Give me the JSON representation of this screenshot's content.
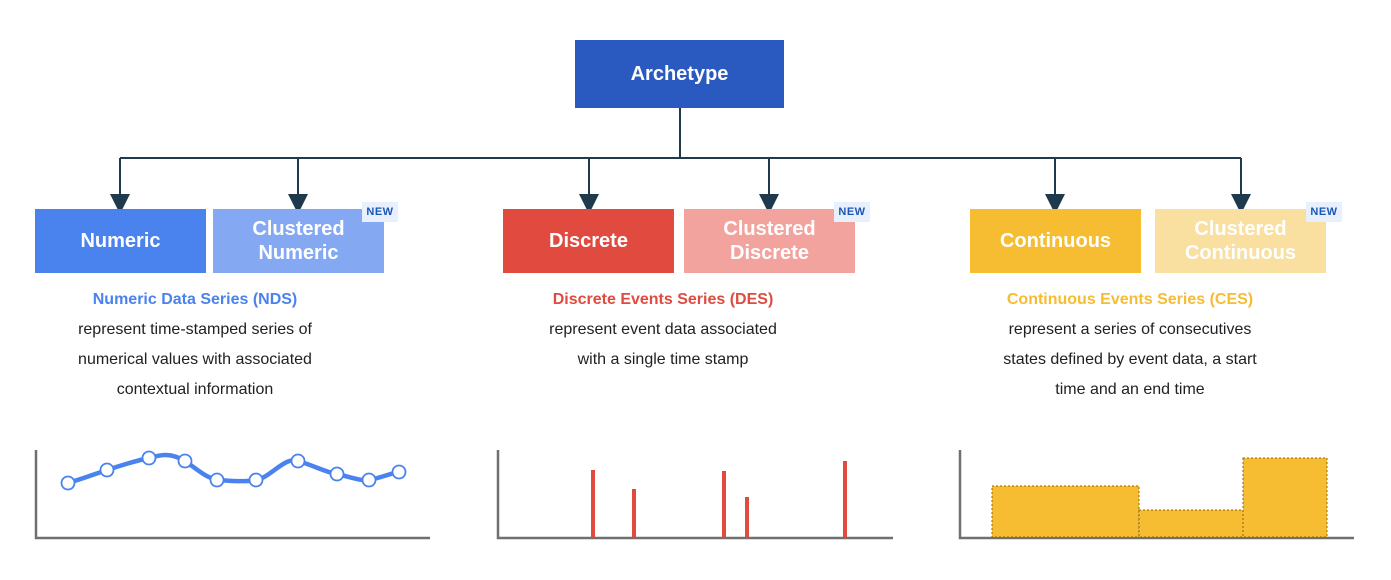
{
  "root": {
    "label": "Archetype"
  },
  "badge_label": "NEW",
  "colors": {
    "root": "#2a5abf",
    "numeric": "#4a82ee",
    "numeric_light": "#85a8f3",
    "discrete": "#e04a3f",
    "discrete_light": "#f2a39d",
    "continuous": "#f6bc32",
    "continuous_light": "#f9dfa0",
    "connector": "#1e3a4c",
    "axis": "#707070"
  },
  "groups": [
    {
      "primary": "Numeric",
      "clustered": "Clustered\nNumeric",
      "title": "Numeric Data Series (NDS)",
      "lines": [
        "represent time-stamped series of",
        "numerical values with associated",
        "contextual information"
      ]
    },
    {
      "primary": "Discrete",
      "clustered": "Clustered\nDiscrete",
      "title": "Discrete Events Series (DES)",
      "lines": [
        "represent event data associated",
        "with a single time stamp"
      ]
    },
    {
      "primary": "Continuous",
      "clustered": "Clustered\nContinuous",
      "title": "Continuous Events Series (CES)",
      "lines": [
        "represent a series of consecutives",
        "states defined by event data, a start",
        "time and an end time"
      ]
    }
  ]
}
